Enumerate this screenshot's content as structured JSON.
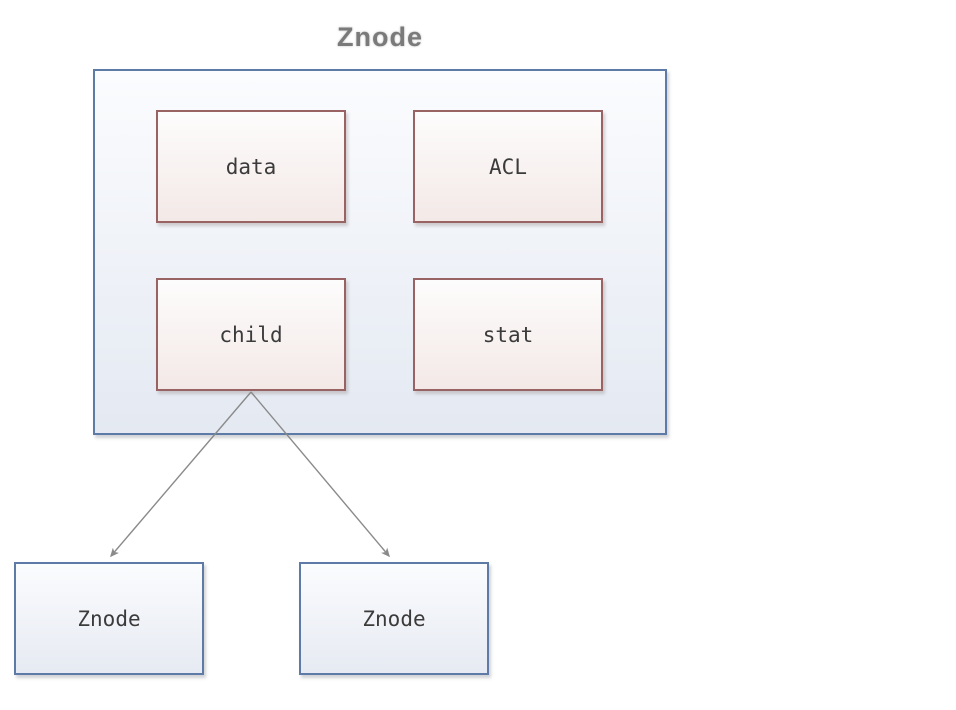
{
  "diagram": {
    "title": "Znode",
    "fields": [
      {
        "label": "data"
      },
      {
        "label": "ACL"
      },
      {
        "label": "child"
      },
      {
        "label": "stat"
      }
    ],
    "child_nodes": [
      {
        "label": "Znode"
      },
      {
        "label": "Znode"
      }
    ],
    "colors": {
      "container_border": "#5d7ba6",
      "container_fill_top": "#fbfcfe",
      "container_fill_bottom": "#e4e9f2",
      "field_border": "#9a6363",
      "field_fill_top": "#fdfcfc",
      "field_fill_bottom": "#f3e9e7",
      "child_border": "#5d7ba6",
      "child_fill_top": "#fbfcfe",
      "child_fill_bottom": "#e6eaf2",
      "arrow": "#8a8a8a",
      "label_text": "#3b3b3b",
      "title_text": "#7a7a7a"
    }
  }
}
